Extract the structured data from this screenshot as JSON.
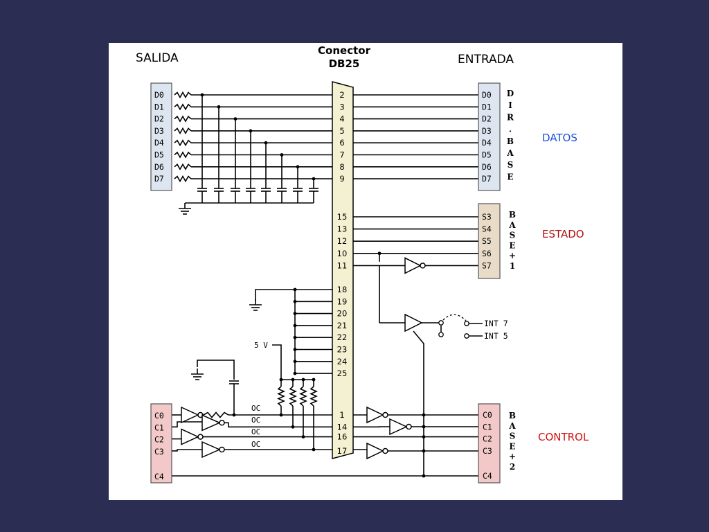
{
  "colors": {
    "background": "#2b2d52",
    "panel": "#ffffff",
    "data_block": "#dde6f0",
    "status_block": "#e8dcc8",
    "control_block": "#f2c8c8",
    "connector": "#f4f1d2",
    "datos_label": "#1a4fd6",
    "estado_label": "#b01010",
    "control_label": "#d01010"
  },
  "labels": {
    "salida": "SALIDA",
    "conector_line1": "Conector",
    "conector_line2": "DB25",
    "entrada": "ENTRADA",
    "datos": "DATOS",
    "estado": "ESTADO",
    "control": "CONTROL",
    "five_v": "5 V",
    "oc": "OC",
    "int7": "INT 7",
    "int5": "INT 5"
  },
  "data_lines": [
    "D0",
    "D1",
    "D2",
    "D3",
    "D4",
    "D5",
    "D6",
    "D7"
  ],
  "data_pins": [
    "2",
    "3",
    "4",
    "5",
    "6",
    "7",
    "8",
    "9"
  ],
  "status_lines": [
    "S3",
    "S4",
    "S5",
    "S6",
    "S7"
  ],
  "status_pins": [
    "15",
    "13",
    "12",
    "10",
    "11"
  ],
  "ground_pins": [
    "18",
    "19",
    "20",
    "21",
    "22",
    "23",
    "24",
    "25"
  ],
  "control_lines": [
    "C0",
    "C1",
    "C2",
    "C3",
    "C4"
  ],
  "control_pins": [
    "1",
    "14",
    "16",
    "17"
  ],
  "vertical_labels": {
    "datos": [
      "D",
      "I",
      "R",
      ".",
      "B",
      "A",
      "S",
      "E"
    ],
    "estado": [
      "B",
      "A",
      "S",
      "E",
      "+",
      "1"
    ],
    "control": [
      "B",
      "A",
      "S",
      "E",
      "+",
      "2"
    ]
  }
}
